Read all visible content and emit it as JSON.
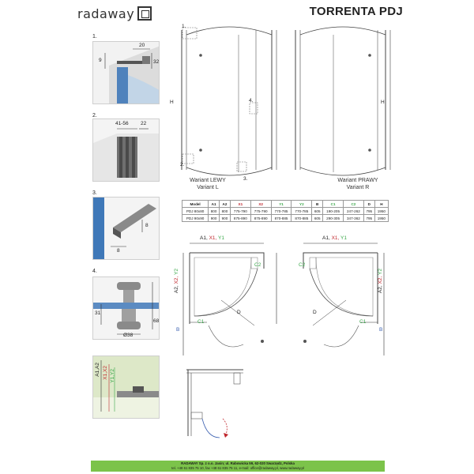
{
  "brand": {
    "logo_text": "radaway"
  },
  "title": "TORRENTA PDJ",
  "steps": [
    "1.",
    "2.",
    "3.",
    "4."
  ],
  "detail_labels": {
    "d1_w": "20",
    "d1_h1": "9",
    "d1_h2": "32",
    "d2_w1": "41-56",
    "d2_w2": "22",
    "d3_h": "8",
    "d3_w": "8",
    "d4_h1": "31",
    "d4_h2": "68",
    "d4_dia": "Ø38"
  },
  "front_view": {
    "callout_1": "1.",
    "callout_2": "2.",
    "callout_3": "3.",
    "callout_4": "4.",
    "height": "H"
  },
  "variants": {
    "left": {
      "line1": "Wariant LEWY",
      "line2": "Variant L"
    },
    "right": {
      "line1": "Wariant PRAWY",
      "line2": "Variant R"
    }
  },
  "spec_table": {
    "headers": [
      "Model",
      "A1",
      "A2",
      "X1",
      "X2",
      "Y1",
      "Y2",
      "B",
      "C1",
      "C2",
      "D",
      "H"
    ],
    "rows": [
      [
        "PDJ 80x80",
        "800",
        "800",
        "775-790",
        "775-790",
        "770-785",
        "770-785",
        "605",
        "190-205",
        "247-262",
        "795",
        "1950"
      ],
      [
        "PDJ 90x90",
        "900",
        "900",
        "875-890",
        "875-890",
        "870-885",
        "870-885",
        "605",
        "290-305",
        "347-362",
        "795",
        "1950"
      ]
    ]
  },
  "plan_labels": {
    "top_a1": "A1,",
    "top_x1": "X1,",
    "top_y1": "Y1",
    "side_a2": "A2,",
    "side_x2": "X2,",
    "side_y2": "Y2",
    "b": "B",
    "c1": "C1",
    "c2": "C2",
    "d": "D"
  },
  "side_labels": {
    "a1a2": "A1,A2",
    "x1x2": "X1,X2",
    "y1y2": "Y1,Y2"
  },
  "footer": {
    "line1": "RADAWAY Sp. z o.o. Jasin; ul. Rabowicka 59, 62-020 Swarzędz, Polska",
    "line2": "tel. +48 61 835 75 10, fax +48 61 835 75 11, e-mail: office@radaway.pl, www.radaway.pl"
  },
  "colors": {
    "accent_red": "#c0272d",
    "accent_green": "#3aa84a",
    "accent_blue": "#3a5fb0",
    "footer_bg": "#7cc34a"
  }
}
